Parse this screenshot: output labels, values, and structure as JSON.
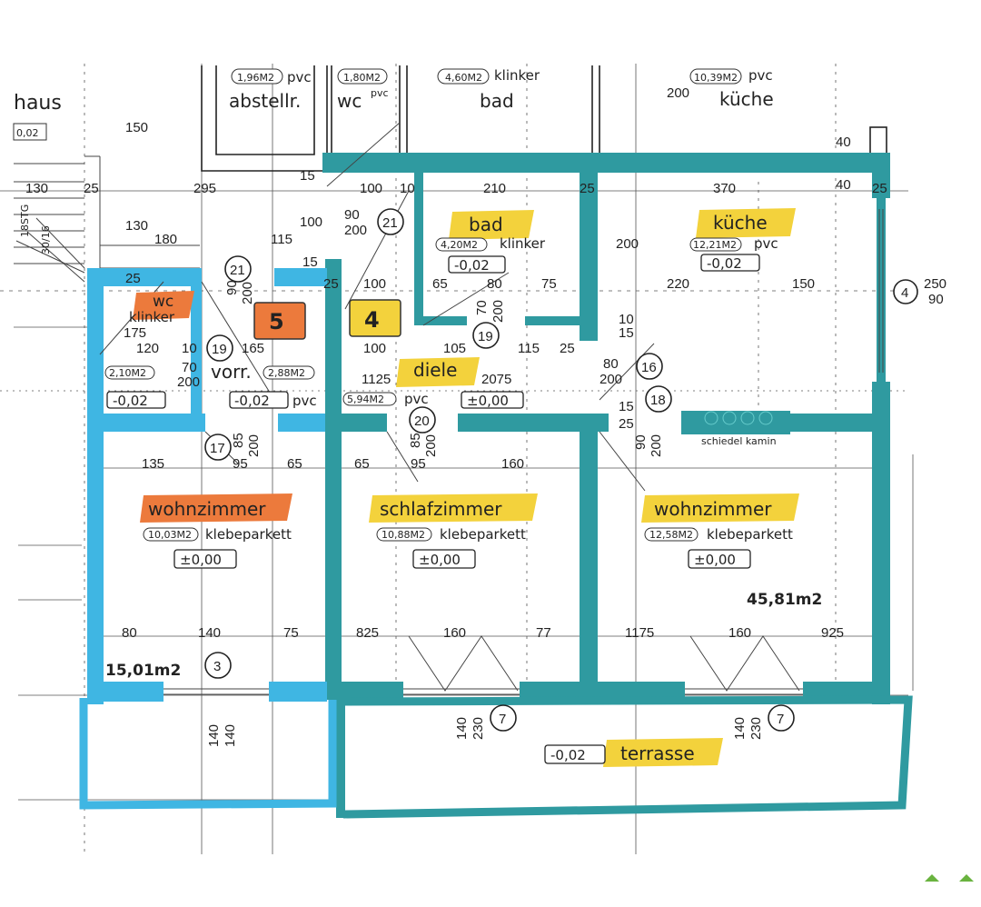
{
  "top_rooms": {
    "abstellr": {
      "name": "abstellr.",
      "area": "1,96M2",
      "material": "pvc"
    },
    "wc_top": {
      "name": "wc",
      "area": "1,80M2",
      "material": "pvc"
    },
    "bad_top": {
      "name": "bad",
      "area": "4,60M2",
      "material": "klinker"
    },
    "kueche_top": {
      "name": "küche",
      "area": "10,39M2",
      "material": "pvc",
      "dim": "200"
    },
    "haus": {
      "name": "haus",
      "tag": "0,02"
    }
  },
  "rooms": {
    "bad": {
      "name": "bad",
      "area": "4,20M2",
      "material": "klinker",
      "level": "-0,02"
    },
    "kueche": {
      "name": "küche",
      "area": "12,21M2",
      "material": "pvc",
      "level": "-0,02"
    },
    "wc": {
      "name": "wc",
      "material": "klinker",
      "area": "2,10M2",
      "level": "-0,02"
    },
    "vorr": {
      "name": "vorr.",
      "area": "2,88M2",
      "level": "-0,02",
      "material": "pvc"
    },
    "diele": {
      "name": "diele",
      "area": "5,94M2",
      "material": "pvc",
      "level": "±0,00"
    },
    "wohn_left": {
      "name": "wohnzimmer",
      "area": "10,03M2",
      "material": "klebeparkett",
      "level": "±0,00"
    },
    "schlaf": {
      "name": "schlafzimmer",
      "area": "10,88M2",
      "material": "klebeparkett",
      "level": "±0,00"
    },
    "wohn_right": {
      "name": "wohnzimmer",
      "area": "12,58M2",
      "material": "klebeparkett",
      "level": "±0,00"
    },
    "terrasse": {
      "name": "terrasse",
      "level": "-0,02"
    }
  },
  "units": {
    "five": "5",
    "four": "4",
    "total_left": "15,01m2",
    "total_right": "45,81m2",
    "kamin": "schiedel kamin",
    "stairs_a": "18STG",
    "stairs_b": "30/16"
  },
  "circles": [
    "21",
    "21",
    "19",
    "19",
    "16",
    "18",
    "17",
    "20",
    "3",
    "4",
    "7",
    "7"
  ],
  "dims": {
    "d150": "150",
    "d130a": "130",
    "d25a": "25",
    "d295": "295",
    "d15a": "15",
    "d100a": "100",
    "d10": "10",
    "d210": "210",
    "d25b": "25",
    "d370": "370",
    "d40a": "40",
    "d40b": "40",
    "d25c": "25",
    "d130b": "130",
    "d180": "180",
    "d115a": "115",
    "d100b": "100",
    "d90a": "90",
    "d200a": "200",
    "d15b": "15",
    "d200b": "200",
    "d25d": "25",
    "d25e": "25",
    "d90b": "90",
    "d200c": "200",
    "d100c": "100",
    "d65a": "65",
    "d80a": "80",
    "d75a": "75",
    "d220": "220",
    "d150b": "150",
    "d250": "250",
    "d90c": "90",
    "d175": "175",
    "d120": "120",
    "d10b": "10",
    "d165": "165",
    "d100d": "100",
    "d105": "105",
    "d115b": "115",
    "d25f": "25",
    "d70a": "70",
    "d200d": "200",
    "d70b": "70",
    "d200e": "200",
    "d10c": "10",
    "d15c": "15",
    "d1125": "1125",
    "d2075": "2075",
    "d80b": "80",
    "d200f": "200",
    "d15d": "15",
    "d25g": "25",
    "d85a": "85",
    "d200g": "200",
    "d85b": "85",
    "d200h": "200",
    "d90d": "90",
    "d200i": "200",
    "d135": "135",
    "d95a": "95",
    "d65b": "65",
    "d65c": "65",
    "d95b": "95",
    "d160a": "160",
    "d80c": "80",
    "d140": "140",
    "d75b": "75",
    "d825": "825",
    "d160b": "160",
    "d77": "77",
    "d1175": "1175",
    "d160c": "160",
    "d925": "925",
    "d140a": "140",
    "d140b": "140",
    "d140c": "140",
    "d230a": "230",
    "d140d": "140",
    "d230b": "230"
  },
  "colors": {
    "teal_wall": "#2f9aa0",
    "blue_wall": "#3fb6e3",
    "yellow_marker": "#f3d23c",
    "orange_marker": "#ec7a3c"
  }
}
